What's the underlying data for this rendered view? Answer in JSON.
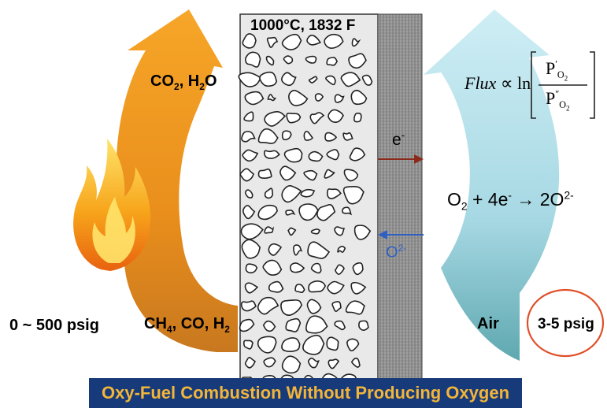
{
  "temperature": "1000°C, 1832 F",
  "labels": {
    "products": {
      "co": "CO",
      "co_sub": "2",
      "sep": ", H",
      "h_sub": "2",
      "o": "O"
    },
    "fuel": {
      "ch": "CH",
      "ch_sub": "4",
      "mid": ", CO, H",
      "h_sub": "2"
    },
    "fuel_pressure": "0 ~ 500 psig",
    "air": "Air",
    "air_pressure": "3-5 psig",
    "electron": {
      "e": "e",
      "sup": "-"
    },
    "oxide_ion": {
      "o": "O",
      "sup": "2-"
    },
    "reaction": {
      "a": "O",
      "a_sub": "2",
      "b": " + 4e",
      "b_sup": "-",
      "arrow": " → 2O",
      "c_sup": "2-"
    },
    "flux": {
      "flux": "Flux",
      "prop": "∝",
      "ln": "ln",
      "p": "P",
      "o2": "O",
      "two": "2",
      "prime1": "′",
      "prime2": "″"
    }
  },
  "banner": "Oxy-Fuel Combustion Without Producing Oxygen",
  "colors": {
    "fuel_arrow_top": "#f39a1e",
    "fuel_arrow_bottom": "#c8781f",
    "air_arrow_top": "#bfe6f0",
    "air_arrow_bottom": "#5fa8b0",
    "electron_arrow": "#8b2a1a",
    "oxide_arrow": "#2f5fc0",
    "oxide_text": "#2f5fc0",
    "pressure_ring": "#e0502a",
    "banner_bg": "#173a7a",
    "banner_text": "#f2b53a"
  },
  "icons": [
    "flame-icon",
    "fuel-arrow",
    "air-arrow",
    "porous-support",
    "dense-membrane"
  ]
}
